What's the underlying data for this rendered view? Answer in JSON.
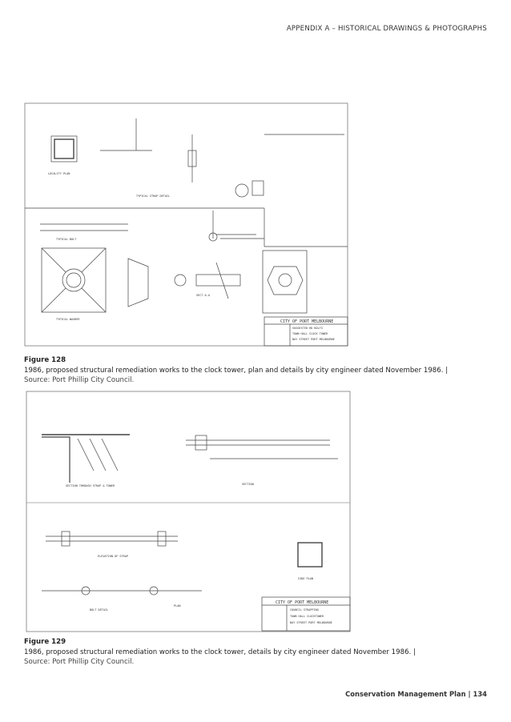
{
  "header": {
    "title": "APPENDIX A – HISTORICAL DRAWINGS & PHOTOGRAPHS"
  },
  "figures": [
    {
      "label": "Figure 128",
      "description": "1986, proposed structural remediation works to the clock tower, plan and details by city engineer dated November 1986. |",
      "source": "Source: Port Phillip City Council.",
      "drawing": {
        "title_block": [
          "CITY OF PORT MELBOURNE",
          "SUGGESTED HD BOLTS",
          "TOWN HALL CLOCK TOWER",
          "BAY STREET PORT MELBOURNE"
        ],
        "labels": [
          "LOCALITY PLAN",
          "TYPICAL BOLT",
          "TYPICAL WASHER",
          "SECT A-A",
          "TYPICAL STRAP DETAIL"
        ]
      }
    },
    {
      "label": "Figure 129",
      "description": "1986, proposed structural remediation works to the clock tower, details by city engineer dated November 1986. |",
      "source": "Source: Port Phillip City Council.",
      "drawing": {
        "title_block": [
          "CITY OF PORT MELBOURNE",
          "COUNCIL STRAPPING",
          "TOWN HALL CLOCKTOWER",
          "BAY STREET PORT MELBOURNE"
        ],
        "labels": [
          "SECTION THROUGH STRAP & TOWER",
          "SIDE PLAN",
          "ELEVATION OF STRAP",
          "SECTION",
          "BOLT DETAIL",
          "PLAN"
        ]
      }
    }
  ],
  "footer": {
    "text": "Conservation Management Plan | 134"
  }
}
